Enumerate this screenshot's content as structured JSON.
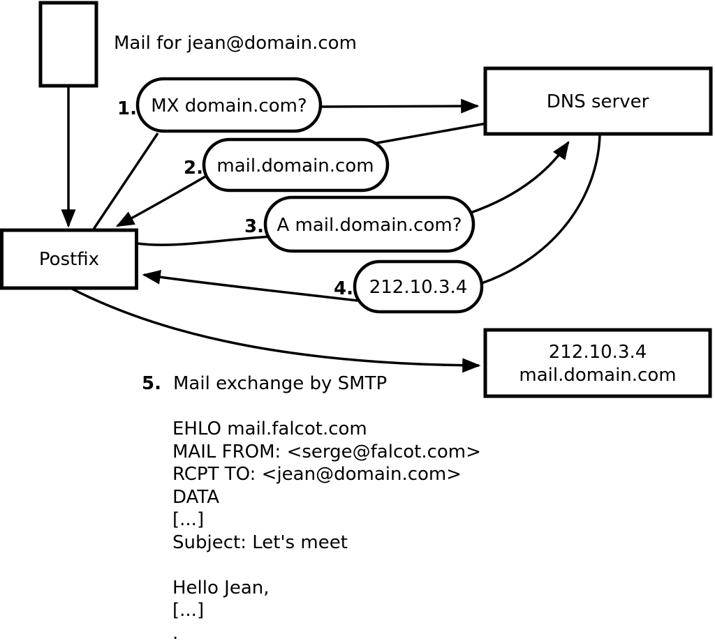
{
  "diagram": {
    "title_note": "Mail for jean@domain.com",
    "nodes": {
      "sender_message": "Mail for jean@domain.com",
      "postfix": "Postfix",
      "dns": "DNS server",
      "mailserver_ip": "212.10.3.4",
      "mailserver_host": "mail.domain.com"
    },
    "steps": [
      {
        "num": "1.",
        "label": "MX domain.com?"
      },
      {
        "num": "2.",
        "label": "mail.domain.com"
      },
      {
        "num": "3.",
        "label": "A mail.domain.com?"
      },
      {
        "num": "4.",
        "label": "212.10.3.4"
      },
      {
        "num": "5.",
        "label": "Mail exchange by SMTP"
      }
    ],
    "smtp_session": "EHLO mail.falcot.com\nMAIL FROM: <serge@falcot.com>\nRCPT TO: <jean@domain.com>\nDATA\n[...]\nSubject: Let's meet\n\nHello Jean,\n[...]\n."
  },
  "colors": {
    "ink": "#000000",
    "background": "#ffffff"
  }
}
